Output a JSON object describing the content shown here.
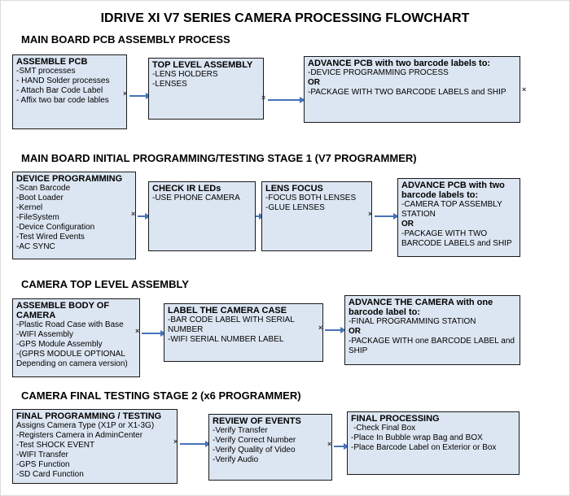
{
  "title": "IDRIVE XI V7 SERIES CAMERA PROCESSING FLOWCHART",
  "icons": {
    "anchor": "×"
  },
  "colors": {
    "box_fill": "#dce6f2",
    "box_border": "#1a1a1a",
    "arrow": "#4573b9"
  },
  "sections": [
    {
      "heading": "MAIN BOARD PCB ASSEMBLY PROCESS",
      "boxes": [
        {
          "title": "ASSEMBLE PCB",
          "lines": [
            "-SMT processes",
            "- HAND Solder processes",
            "- Attach Bar Code Label",
            "- Affix two bar code lables"
          ]
        },
        {
          "title": "TOP LEVEL ASSEMBLY",
          "lines": [
            "-LENS HOLDERS",
            "-LENSES"
          ]
        },
        {
          "title": "ADVANCE PCB with two barcode labels to:",
          "lines": [
            "-DEVICE PROGRAMMING PROCESS",
            "OR",
            "-PACKAGE WITH TWO BARCODE LABELS and SHIP"
          ]
        }
      ]
    },
    {
      "heading": "MAIN BOARD INITIAL PROGRAMMING/TESTING STAGE 1 (V7 PROGRAMMER)",
      "boxes": [
        {
          "title": "DEVICE PROGRAMMING",
          "lines": [
            "-Scan Barcode",
            "-Boot Loader",
            "-Kernel",
            "-FileSystem",
            "-Device Configuration",
            "-Test Wired Events",
            "-AC SYNC"
          ]
        },
        {
          "title": "CHECK IR LEDs",
          "lines": [
            "-USE PHONE CAMERA"
          ]
        },
        {
          "title": "LENS FOCUS",
          "lines": [
            "-FOCUS BOTH LENSES",
            "-GLUE LENSES"
          ]
        },
        {
          "title": "ADVANCE PCB with two barcode labels to:",
          "lines": [
            "-CAMERA TOP ASSEMBLY STATION",
            "OR",
            "-PACKAGE WITH TWO BARCODE LABELS and SHIP"
          ]
        }
      ]
    },
    {
      "heading": "CAMERA TOP LEVEL ASSEMBLY",
      "boxes": [
        {
          "title": "ASSEMBLE BODY OF CAMERA",
          "lines": [
            "-Plastic Road Case with Base",
            "-WIFI Assembly",
            "-GPS Module Assembly",
            "-(GPRS MODULE OPTIONAL",
            "Depending on camera version)"
          ]
        },
        {
          "title": "LABEL THE CAMERA CASE",
          "lines": [
            "-BAR CODE LABEL WITH SERIAL NUMBER",
            "-WIFI SERIAL NUMBER LABEL"
          ]
        },
        {
          "title": "ADVANCE THE CAMERA with one barcode label to:",
          "lines": [
            "-FINAL PROGRAMMING STATION",
            "OR",
            "-PACKAGE WITH one BARCODE LABEL and SHIP"
          ]
        }
      ]
    },
    {
      "heading": "CAMERA FINAL TESTING STAGE 2 (x6 PROGRAMMER)",
      "boxes": [
        {
          "title": "FINAL PROGRAMMING / TESTING",
          "lines": [
            "Assigns Camera Type (X1P or X1-3G)",
            "-Registers Camera in AdminCenter",
            "-Test SHOCK EVENT",
            "-WIFI Transfer",
            "-GPS Function",
            "-SD Card Function"
          ]
        },
        {
          "title": "REVIEW OF EVENTS",
          "lines": [
            "-Verify Transfer",
            "-Verify Correct Number",
            "-Verify Quality of Video",
            "-Verify Audio"
          ]
        },
        {
          "title": "FINAL PROCESSING",
          "lines": [
            "-Check Final Box",
            "-Place In Bubble wrap Bag and BOX",
            "-Place Barcode Label on Exterior or Box"
          ]
        }
      ]
    }
  ]
}
